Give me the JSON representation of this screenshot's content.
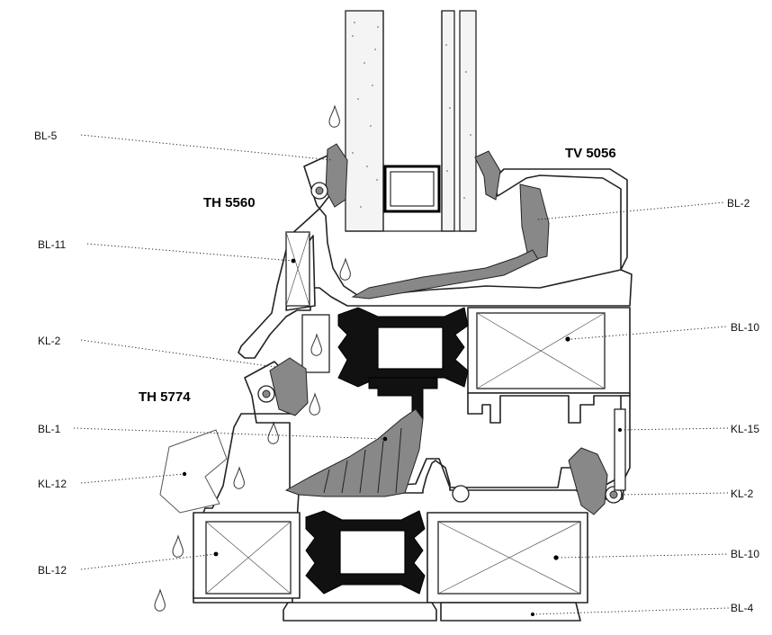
{
  "diagram": {
    "codes": {
      "tv": "TV 5056",
      "th_upper": "TH 5560",
      "th_lower": "TH 5774"
    },
    "labels_left": {
      "bl5": "BL-5",
      "bl11": "BL-11",
      "kl2": "KL-2",
      "bl1": "BL-1",
      "kl12": "KL-12",
      "bl12": "BL-12"
    },
    "labels_right": {
      "bl2": "BL-2",
      "bl10_upper": "BL-10",
      "kl15": "KL-15",
      "kl2": "KL-2",
      "bl10_lower": "BL-10",
      "bl4": "BL-4"
    }
  }
}
